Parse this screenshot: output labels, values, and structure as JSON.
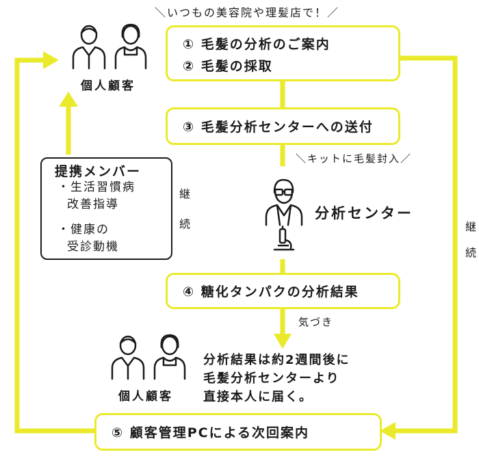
{
  "top_caption": "＼いつもの美容院や理髪店で！／",
  "box1": {
    "line1": "①  毛髪の分析のご案内",
    "line2": "②  毛髪の採取"
  },
  "box3": {
    "label": "③  毛髪分析センターへの送付"
  },
  "kit_caption": "＼キットに毛髪封入／",
  "center_label": "分析センター",
  "box4": {
    "label": "④  糖化タンパクの分析結果"
  },
  "notice_label": "気づき",
  "box5": {
    "label": "⑤  顧客管理PCによる次回案内"
  },
  "customer_top": {
    "label": "個人顧客"
  },
  "customer_bottom": {
    "label": "個人顧客"
  },
  "partner": {
    "title": "提携メンバー",
    "item1_line1": "・生活習慣病",
    "item1_line2": "改善指導",
    "item2_line1": "・健康の",
    "item2_line2": "受診動機"
  },
  "continue_inner": {
    "char1": "継",
    "char2": "続"
  },
  "continue_right": {
    "char1": "継",
    "char2": "続"
  },
  "result_note": {
    "line1": "分析結果は約2週間後に",
    "line2": "毛髪分析センターより",
    "line3": "直接本人に届く。"
  },
  "colors": {
    "accent": "#eaea2a",
    "ink": "#1a1a1a"
  }
}
